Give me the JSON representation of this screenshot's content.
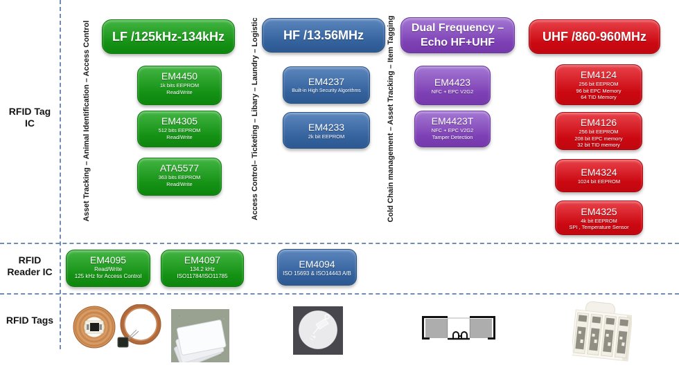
{
  "row_labels": {
    "tag_ic": "RFID Tag IC",
    "reader_ic": "RFID Reader IC",
    "tags": "RFID Tags"
  },
  "vertical_labels": {
    "lf": "Asset Tracking – Animal Identification – Access Control",
    "hf": "Access Control– Ticketing – Libary – Laundry – Logistic",
    "uhf": "Cold Chain management – Asset Tracking – Item Tagging"
  },
  "colors": {
    "lf_green": "#149114",
    "hf_blue": "#34629d",
    "dual_purple": "#7e41b5",
    "uhf_red": "#cb0811",
    "guide_dash": "#718cb2"
  },
  "columns": {
    "lf": {
      "header": "LF /125kHz-134kHz",
      "chips": [
        {
          "name": "EM4450",
          "lines": [
            "1k bits EEPROM",
            "Read/Write"
          ]
        },
        {
          "name": "EM4305",
          "lines": [
            "512 bits EEPROM",
            "Read/Write"
          ]
        },
        {
          "name": "ATA5577",
          "lines": [
            "363 bits EEPROM",
            "Read/Write"
          ]
        }
      ]
    },
    "hf": {
      "header": "HF /13.56MHz",
      "chips": [
        {
          "name": "EM4237",
          "lines": [
            "Built-in High Security Algorithms"
          ]
        },
        {
          "name": "EM4233",
          "lines": [
            "2k bit EEPROM"
          ]
        }
      ]
    },
    "dual": {
      "header_line1": "Dual Frequency –",
      "header_line2": "Echo HF+UHF",
      "chips": [
        {
          "name": "EM4423",
          "lines": [
            "NFC + EPC V2G2"
          ]
        },
        {
          "name": "EM4423T",
          "lines": [
            "NFC + EPC V2G2",
            "Tamper Detection"
          ]
        }
      ]
    },
    "uhf": {
      "header": "UHF /860-960MHz",
      "chips": [
        {
          "name": "EM4124",
          "lines": [
            "256 bit  EEPROM",
            "96 bit EPC Memory",
            "64 TID Memory"
          ]
        },
        {
          "name": "EM4126",
          "lines": [
            "256 bit EEPROM",
            "208 bit EPC memory",
            "32 bit TID memory"
          ]
        },
        {
          "name": "EM4324",
          "lines": [
            "1024 bit EEPROM"
          ]
        },
        {
          "name": "EM4325",
          "lines": [
            "4k bit EEPROM",
            "SPI ,  Temperature Sensor"
          ]
        }
      ]
    }
  },
  "reader_chips": [
    {
      "name": "EM4095",
      "lines": [
        "Read/Write",
        "125 kHz for Access Control"
      ]
    },
    {
      "name": "EM4097",
      "lines": [
        "134.2 kHz",
        "ISO11784/ISO11785"
      ]
    },
    {
      "name": "EM4094",
      "lines": [
        "ISO 15693 & ISO14443 A/B"
      ]
    }
  ]
}
